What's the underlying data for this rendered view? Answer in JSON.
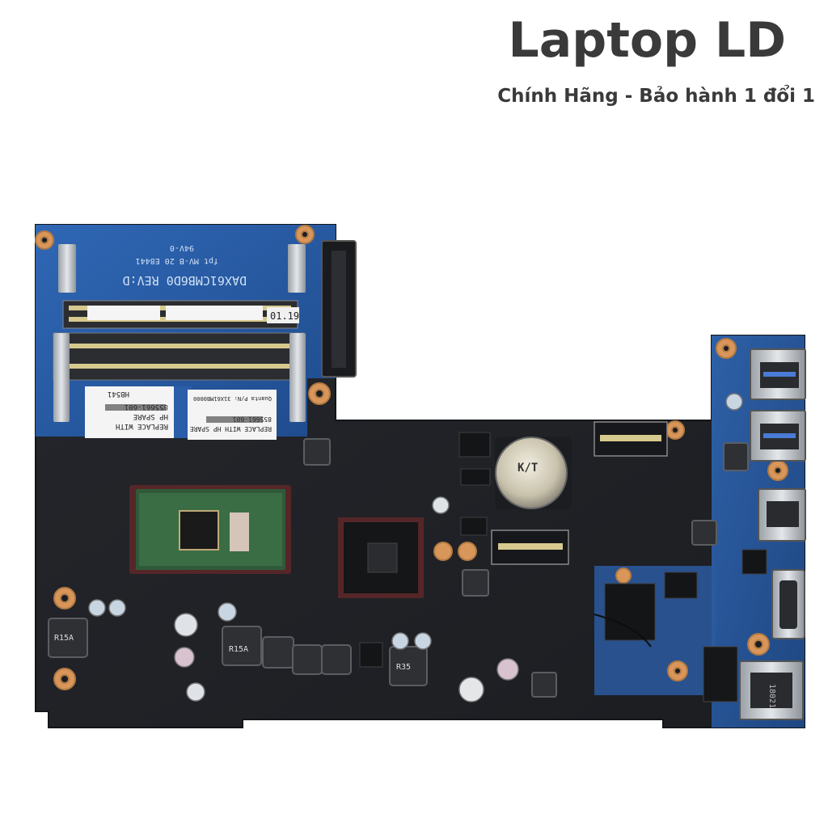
{
  "brand": {
    "title": "Laptop LD",
    "tagline": "Chính Hãng - Bảo hành 1 đổi 1"
  },
  "board": {
    "silkscreen_model": "DAX61CMB6D0 REV:D",
    "silkscreen_code": "fpt MV-B 20 E8441",
    "silkscreen_rating": "94V-0",
    "date_label": "01.19",
    "sticker_left_top": "REPLACE WITH",
    "sticker_left_mid": "HP SPARE",
    "sticker_left_part": "855661-601",
    "sticker_left_code": "HB541",
    "sticker_right_top": "REPLACE WITH HP SPARE",
    "sticker_right_part": "855661-601",
    "sticker_right_quanta": "Quanta P/N: 31X61MB0000",
    "coil_a": "R15A",
    "coil_b": "R15A",
    "coil_c": "R35",
    "rj45_label": "18021",
    "battery_label": "K/T"
  },
  "colors": {
    "pcb_black": "#1f2126",
    "pcb_blue": "#2a5ea8",
    "copper": "#d9965a",
    "brand_text": "#3a3a3a"
  }
}
